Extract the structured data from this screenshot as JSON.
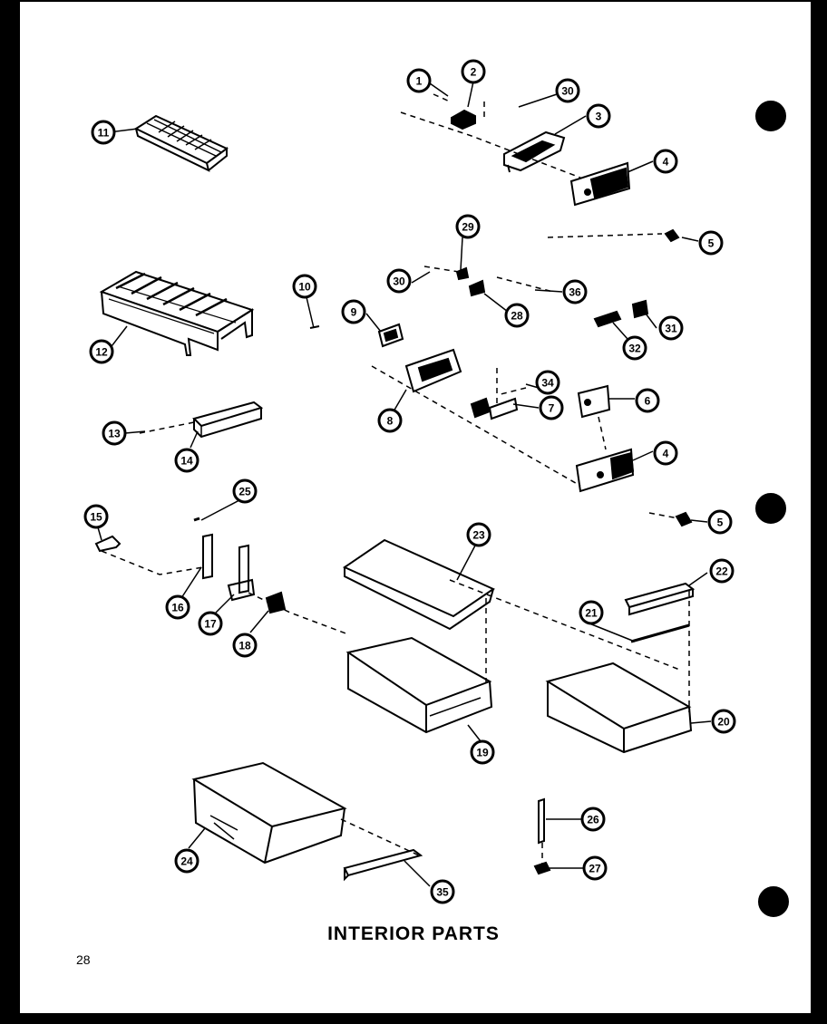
{
  "title": "INTERIOR PARTS",
  "page_number": "28",
  "callouts": [
    "1",
    "2",
    "30",
    "3",
    "4",
    "5",
    "11",
    "29",
    "30",
    "36",
    "28",
    "10",
    "9",
    "31",
    "32",
    "34",
    "8",
    "7",
    "6",
    "4",
    "5",
    "12",
    "13",
    "14",
    "25",
    "15",
    "23",
    "22",
    "21",
    "16",
    "17",
    "18",
    "20",
    "19",
    "24",
    "35",
    "26",
    "27"
  ]
}
